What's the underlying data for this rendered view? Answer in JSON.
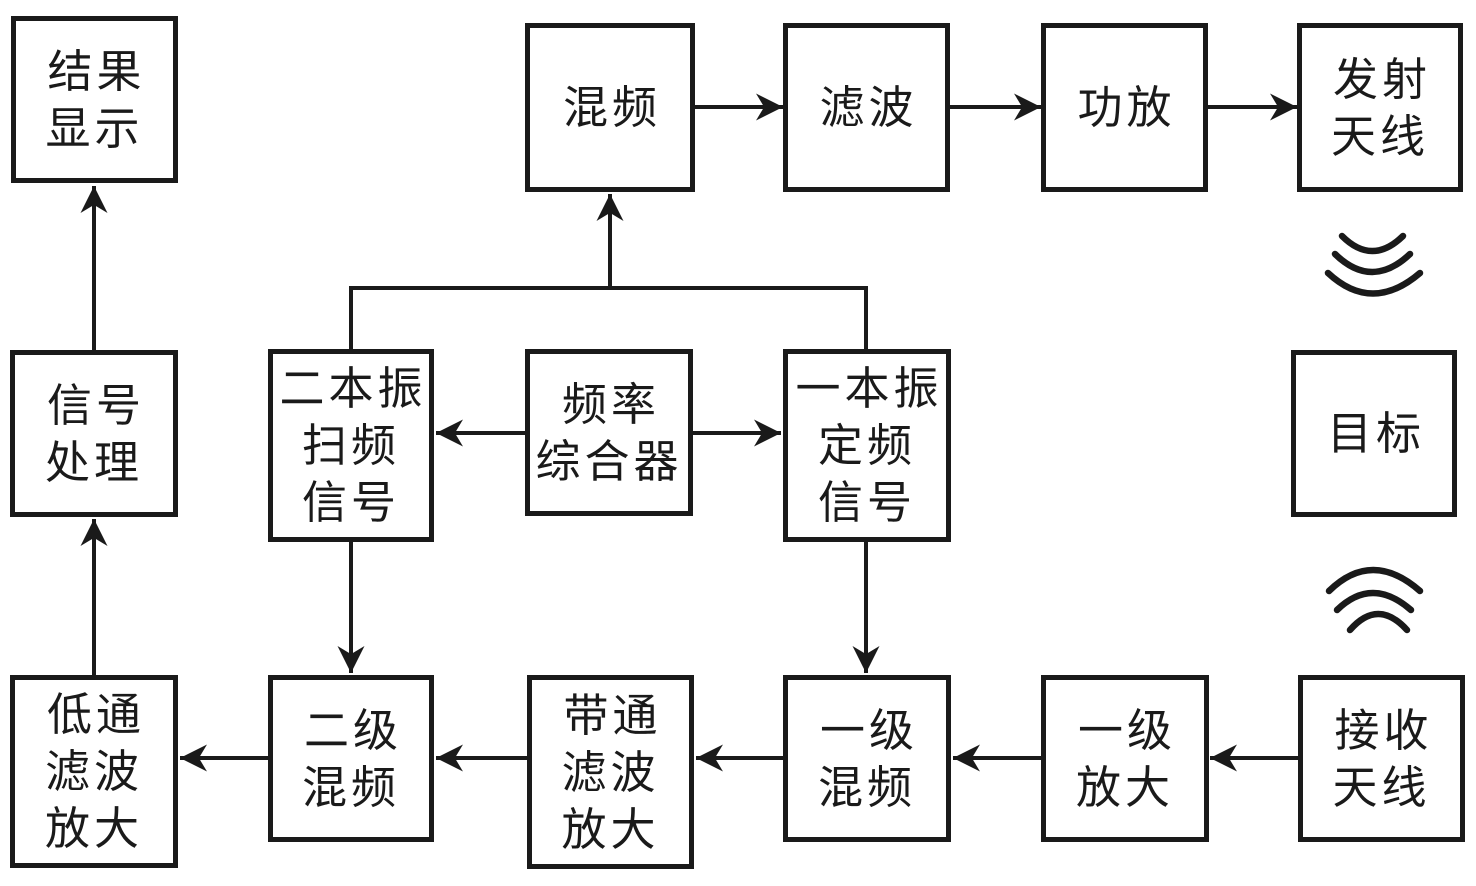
{
  "diagram": {
    "type": "block-diagram",
    "language": "zh-CN",
    "colors": {
      "line": "#1a1a1a",
      "background": "#ffffff"
    },
    "nodes": {
      "result_display": "结果\n显示",
      "mixer_tx": "混频",
      "filter_tx": "滤波",
      "power_amp": "功放",
      "tx_antenna": "发射\n天线",
      "signal_processing": "信号\n处理",
      "lo2_sweep_signal": "二本振\n扫频\n信号",
      "freq_synthesizer": "频率\n综合器",
      "lo1_fixed_signal": "一本振\n定频\n信号",
      "target": "目标",
      "lowpass_filter_amp": "低通\n滤波\n放大",
      "second_stage_mixer": "二级\n混频",
      "bandpass_filter_amp": "带通\n滤波\n放大",
      "first_stage_mixer": "一级\n混频",
      "first_stage_amp": "一级\n放大",
      "rx_antenna": "接收\n天线"
    },
    "icons": {
      "tx_waves": "radio-waves-downward-between-tx-antenna-and-target",
      "rx_waves": "radio-waves-downward-between-target-and-rx-antenna"
    },
    "edges": [
      {
        "from": "lo2_sweep_signal",
        "to": "mixer_tx"
      },
      {
        "from": "lo1_fixed_signal",
        "to": "mixer_tx"
      },
      {
        "from": "mixer_tx",
        "to": "filter_tx"
      },
      {
        "from": "filter_tx",
        "to": "power_amp"
      },
      {
        "from": "power_amp",
        "to": "tx_antenna"
      },
      {
        "from": "freq_synthesizer",
        "to": "lo2_sweep_signal"
      },
      {
        "from": "freq_synthesizer",
        "to": "lo1_fixed_signal"
      },
      {
        "from": "lo2_sweep_signal",
        "to": "second_stage_mixer"
      },
      {
        "from": "lo1_fixed_signal",
        "to": "first_stage_mixer"
      },
      {
        "from": "rx_antenna",
        "to": "first_stage_amp"
      },
      {
        "from": "first_stage_amp",
        "to": "first_stage_mixer"
      },
      {
        "from": "first_stage_mixer",
        "to": "bandpass_filter_amp"
      },
      {
        "from": "bandpass_filter_amp",
        "to": "second_stage_mixer"
      },
      {
        "from": "second_stage_mixer",
        "to": "lowpass_filter_amp"
      },
      {
        "from": "lowpass_filter_amp",
        "to": "signal_processing"
      },
      {
        "from": "signal_processing",
        "to": "result_display"
      }
    ]
  }
}
